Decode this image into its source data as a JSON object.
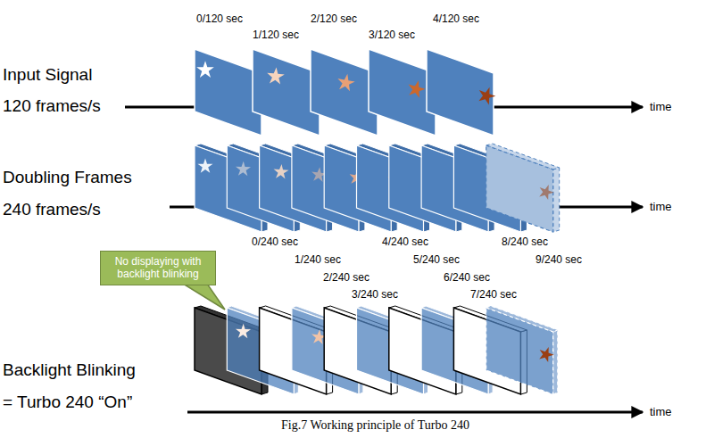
{
  "diagram": {
    "caption": "Fig.7 Working principle of Turbo 240",
    "nodes": [
      {
        "text": [
          "No displaying with backlight blinking"
        ]
      }
    ],
    "labels": [
      "0/120 sec",
      "1/120 sec",
      "2/120 sec",
      "3/120 sec",
      "4/120 sec",
      "Input Signal",
      "120 frames/s",
      "time",
      "Doubling Frames",
      "240 frames/s",
      "time",
      "0/240 sec",
      "1/240 sec",
      "2/240 sec",
      "3/240 sec",
      "4/240 sec",
      "5/240 sec",
      "6/240 sec",
      "7/240 sec",
      "8/240 sec",
      "9/240 sec",
      "Backlight Blinking",
      "= Turbo 240 “On”",
      "time"
    ]
  }
}
